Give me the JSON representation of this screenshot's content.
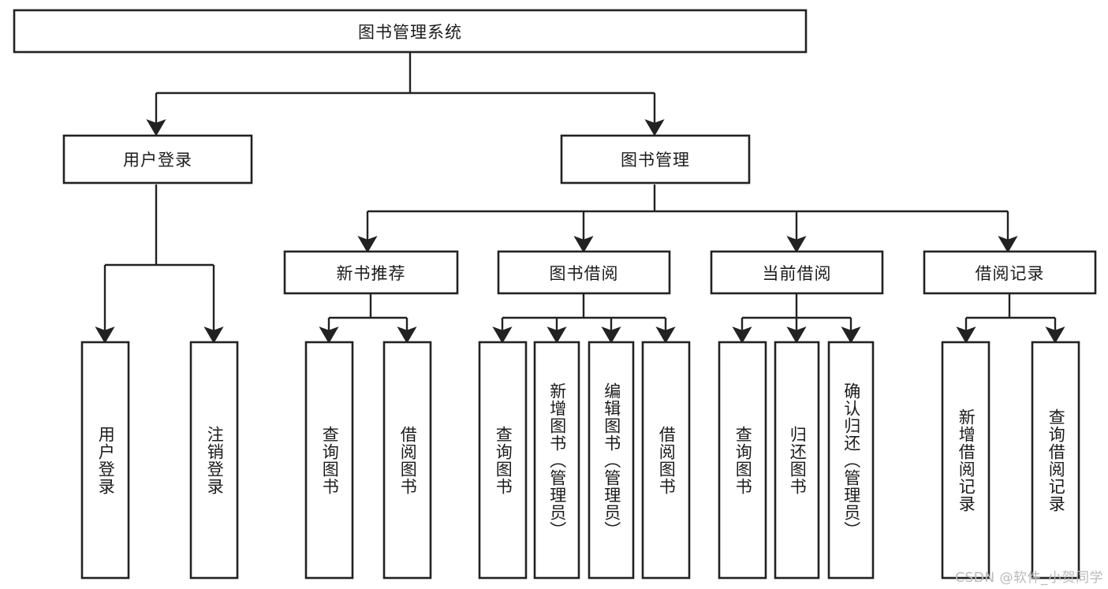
{
  "diagram": {
    "title": "图书管理系统",
    "watermark": "CSDN @软件_小贺同学",
    "colors": {
      "box_stroke": "#222222",
      "box_fill": "#ffffff",
      "link": "#222222",
      "text": "#1b1b1b",
      "watermark": "#b9b9b9"
    },
    "nodes": {
      "root": {
        "label": "图书管理系统",
        "orientation": "horizontal"
      },
      "l2_user_login": {
        "label": "用户登录",
        "orientation": "horizontal"
      },
      "l2_book_manage": {
        "label": "图书管理",
        "orientation": "horizontal"
      },
      "l3_new_book_rec": {
        "label": "新书推荐",
        "orientation": "horizontal"
      },
      "l3_book_borrow": {
        "label": "图书借阅",
        "orientation": "horizontal"
      },
      "l3_current_borrow": {
        "label": "当前借阅",
        "orientation": "horizontal"
      },
      "l3_borrow_record": {
        "label": "借阅记录",
        "orientation": "horizontal"
      },
      "leaf_user_login": {
        "label": "用户登录",
        "orientation": "vertical"
      },
      "leaf_logout": {
        "label": "注销登录",
        "orientation": "vertical"
      },
      "leaf_query_book_1": {
        "label": "查询图书",
        "orientation": "vertical"
      },
      "leaf_borrow_book_1": {
        "label": "借阅图书",
        "orientation": "vertical"
      },
      "leaf_query_book_2": {
        "label": "查询图书",
        "orientation": "vertical"
      },
      "leaf_add_book": {
        "label": "新增图书（管理员）",
        "orientation": "vertical"
      },
      "leaf_edit_book": {
        "label": "编辑图书（管理员）",
        "orientation": "vertical"
      },
      "leaf_borrow_book_2": {
        "label": "借阅图书",
        "orientation": "vertical"
      },
      "leaf_query_book_3": {
        "label": "查询图书",
        "orientation": "vertical"
      },
      "leaf_return_book": {
        "label": "归还图书",
        "orientation": "vertical"
      },
      "leaf_confirm_return": {
        "label": "确认归还（管理员）",
        "orientation": "vertical"
      },
      "leaf_add_record": {
        "label": "新增借阅记录",
        "orientation": "vertical"
      },
      "leaf_query_record": {
        "label": "查询借阅记录",
        "orientation": "vertical"
      }
    },
    "tree": {
      "root": "图书管理系统",
      "children": [
        {
          "label": "用户登录",
          "children": [
            {
              "label": "用户登录"
            },
            {
              "label": "注销登录"
            }
          ]
        },
        {
          "label": "图书管理",
          "children": [
            {
              "label": "新书推荐",
              "children": [
                {
                  "label": "查询图书"
                },
                {
                  "label": "借阅图书"
                }
              ]
            },
            {
              "label": "图书借阅",
              "children": [
                {
                  "label": "查询图书"
                },
                {
                  "label": "新增图书（管理员）"
                },
                {
                  "label": "编辑图书（管理员）"
                },
                {
                  "label": "借阅图书"
                }
              ]
            },
            {
              "label": "当前借阅",
              "children": [
                {
                  "label": "查询图书"
                },
                {
                  "label": "归还图书"
                },
                {
                  "label": "确认归还（管理员）"
                }
              ]
            },
            {
              "label": "借阅记录",
              "children": [
                {
                  "label": "新增借阅记录"
                },
                {
                  "label": "查询借阅记录"
                }
              ]
            }
          ]
        }
      ]
    }
  }
}
